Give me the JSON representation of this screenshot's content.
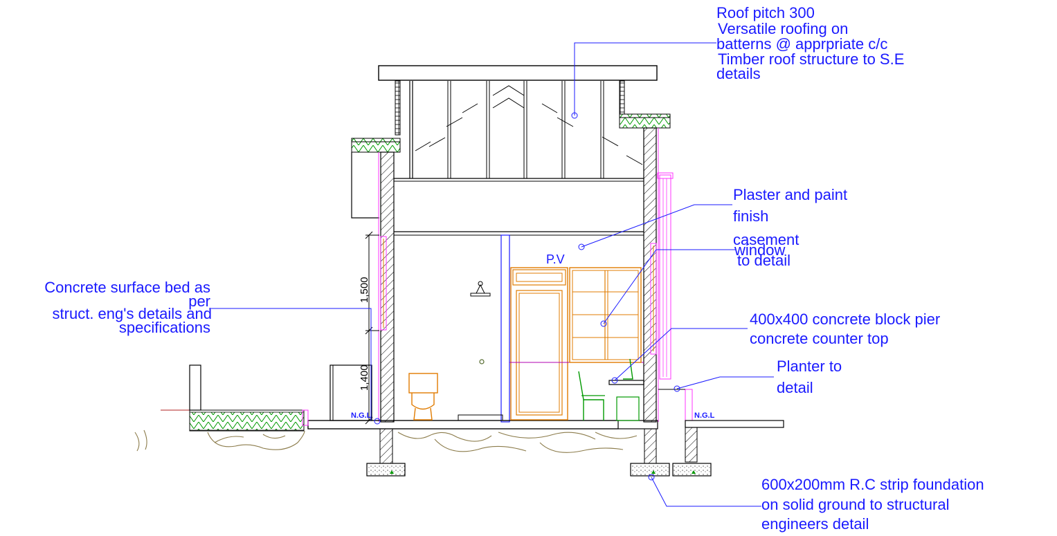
{
  "annotations": {
    "roof_pitch": "Roof pitch 300",
    "roof_line2": "Versatile roofing on",
    "roof_line3": "batterns @ apprpriate c/c",
    "roof_line4": "Timber roof structure to S.E",
    "roof_line5": "details",
    "plaster_line1": "Plaster and paint",
    "plaster_line2": "finish",
    "casement_line1": "casement",
    "casement_line2": "window",
    "casement_line3": "to detail",
    "pier_line1": "400x400 concrete block pier",
    "pier_line2": "concrete counter top",
    "planter_line1": "Planter to",
    "planter_line2": "detail",
    "surface_line1": "Concrete surface bed as",
    "surface_line2": "per",
    "surface_line3": "struct. eng's details and",
    "surface_line4": "specifications",
    "foundation_line1": "600x200mm R.C strip foundation",
    "foundation_line2": "on solid ground to structural",
    "foundation_line3": "engineers detail",
    "pv_label": "P.V",
    "ngl_left": "N.G.L",
    "ngl_right": "N.G.L"
  },
  "dimensions": {
    "upper": "1,500",
    "lower": "1,400"
  },
  "colors": {
    "annotation": "#1a1aff",
    "outline": "#000000",
    "joinery": "#e07b00",
    "finish": "#ff33ff",
    "vegetation": "#009900",
    "ground": "#8b7b4a"
  }
}
